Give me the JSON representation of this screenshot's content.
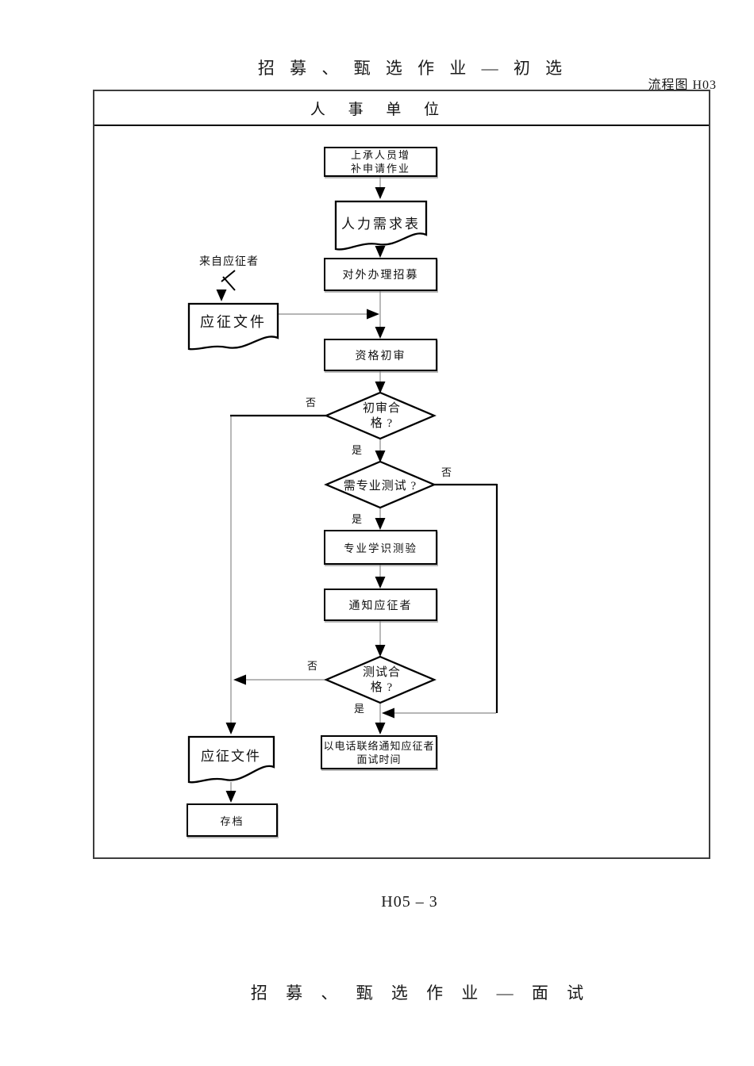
{
  "document": {
    "title_top": "招 募 、 甄 选 作 业 — 初 选",
    "flowchart_ref": "流程图 H03",
    "lane_header": "人 事 单 位",
    "page_number": "H05 – 3",
    "title_bottom": "招 募 、 甄 选 作 业 — 面 试"
  },
  "flowchart": {
    "nodes": {
      "start_process": {
        "type": "process",
        "label": "上承人员增\n补申请作业"
      },
      "manpower_request_form": {
        "type": "document",
        "label": "人力需求表"
      },
      "external_recruiting": {
        "type": "process",
        "label": "对外办理招募"
      },
      "applicant_source_note": {
        "type": "annotation",
        "label": "来自应征者"
      },
      "application_documents_in": {
        "type": "document",
        "label": "应征文件"
      },
      "qualification_screening": {
        "type": "process",
        "label": "资格初审"
      },
      "screening_passed": {
        "type": "decision",
        "label": "初审合\n格 ?"
      },
      "need_professional_test": {
        "type": "decision",
        "label": "需专业测试 ?"
      },
      "professional_knowledge_test": {
        "type": "process",
        "label": "专业学识测验"
      },
      "notify_applicant": {
        "type": "process",
        "label": "通知应征者"
      },
      "test_passed": {
        "type": "decision",
        "label": "测试合\n格 ?"
      },
      "phone_notify_interview": {
        "type": "process",
        "label": "以电话联络通知应征者\n面试时间"
      },
      "application_documents_out": {
        "type": "document",
        "label": "应征文件"
      },
      "archive": {
        "type": "process",
        "label": "存档"
      }
    },
    "branch_labels": {
      "screening_no": "否",
      "screening_yes": "是",
      "test_needed_no": "否",
      "test_needed_yes": "是",
      "test_passed_no": "否",
      "test_passed_yes": "是"
    },
    "colors": {
      "shape_stroke": "#000000",
      "connector_gray": "#8a8a8a",
      "frame_border": "#3d3d3d",
      "background": "#ffffff"
    }
  }
}
